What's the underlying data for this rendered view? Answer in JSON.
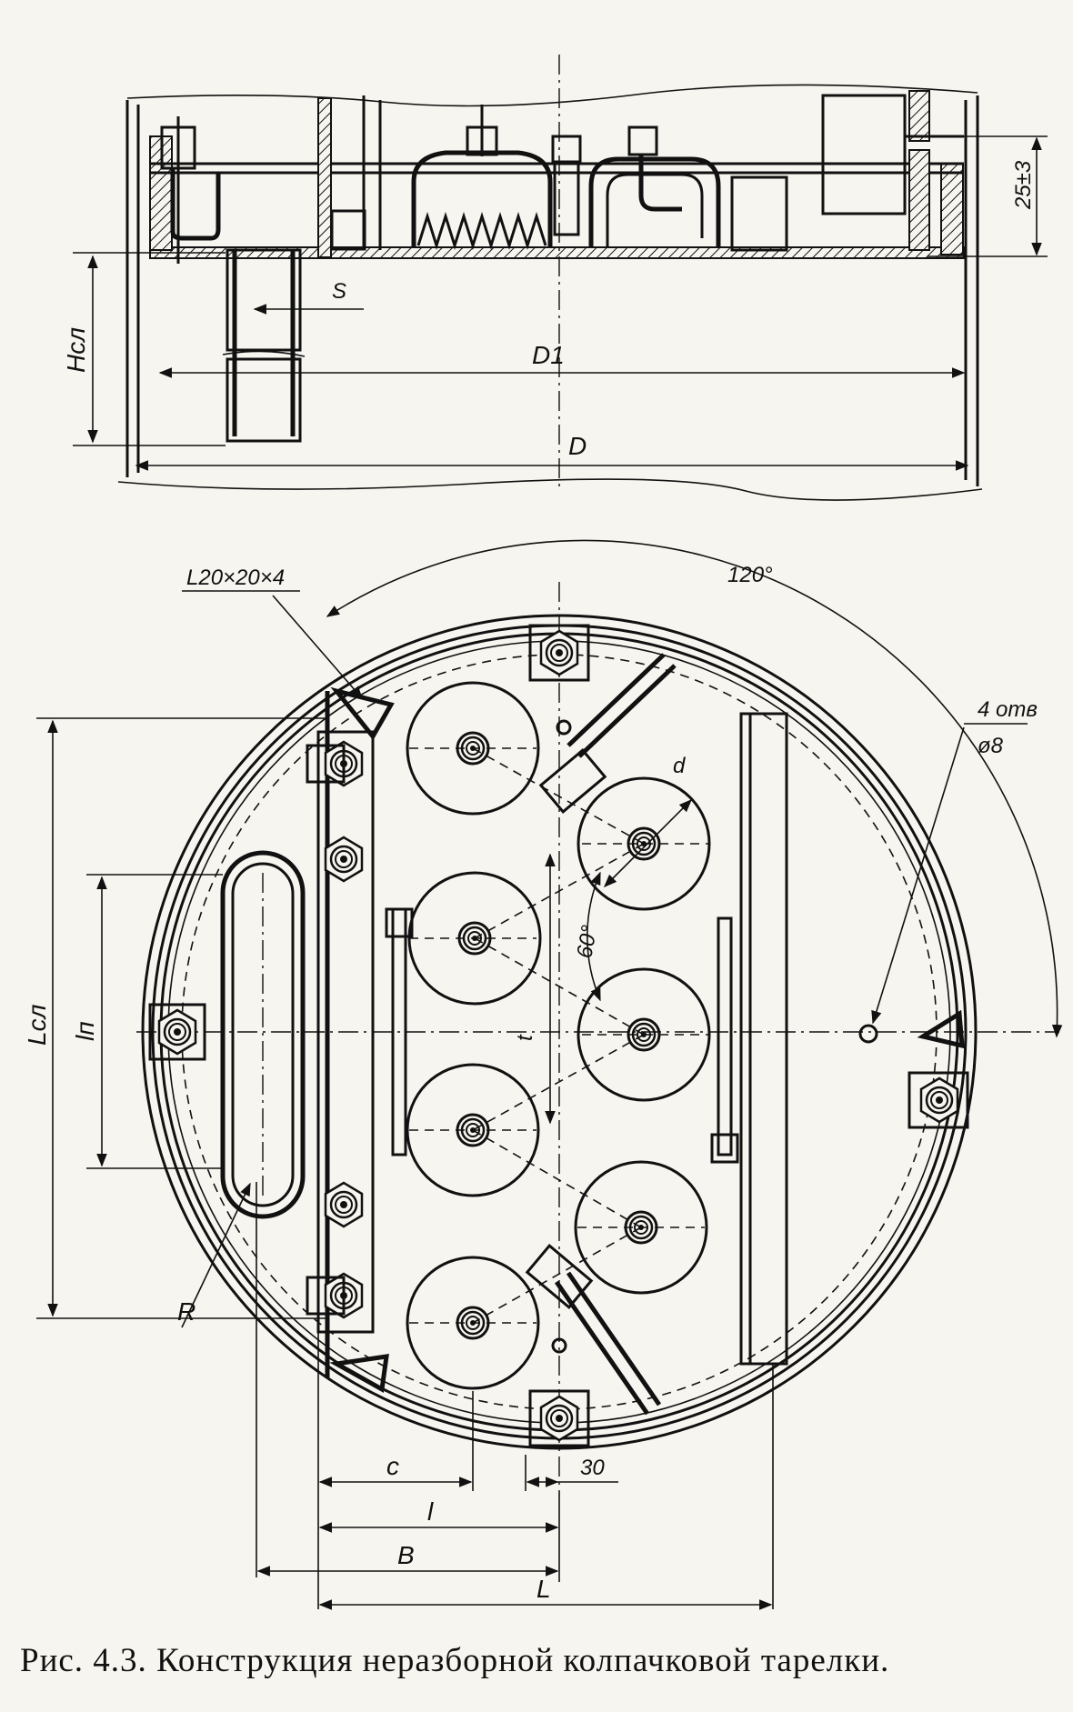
{
  "figure": {
    "caption": "Рис. 4.3. Конструкция неразборной колпачковой тарелки."
  },
  "section_view": {
    "labels": {
      "d1": "D1",
      "d": "D",
      "h_sl": "Hсл",
      "s": "S",
      "gap": "25±3"
    }
  },
  "plan_view": {
    "labels": {
      "angle_profile": "L20×20×4",
      "angle_120": "120°",
      "holes": "4 отв",
      "hole_dia": "ø8",
      "d_small": "d",
      "angle_60": "60°",
      "t": "t",
      "l_sl": "Lсл",
      "l_p": "lп",
      "r": "R",
      "c": "c",
      "dim_30": "30",
      "l": "l",
      "b": "B",
      "big_l": "L"
    }
  }
}
